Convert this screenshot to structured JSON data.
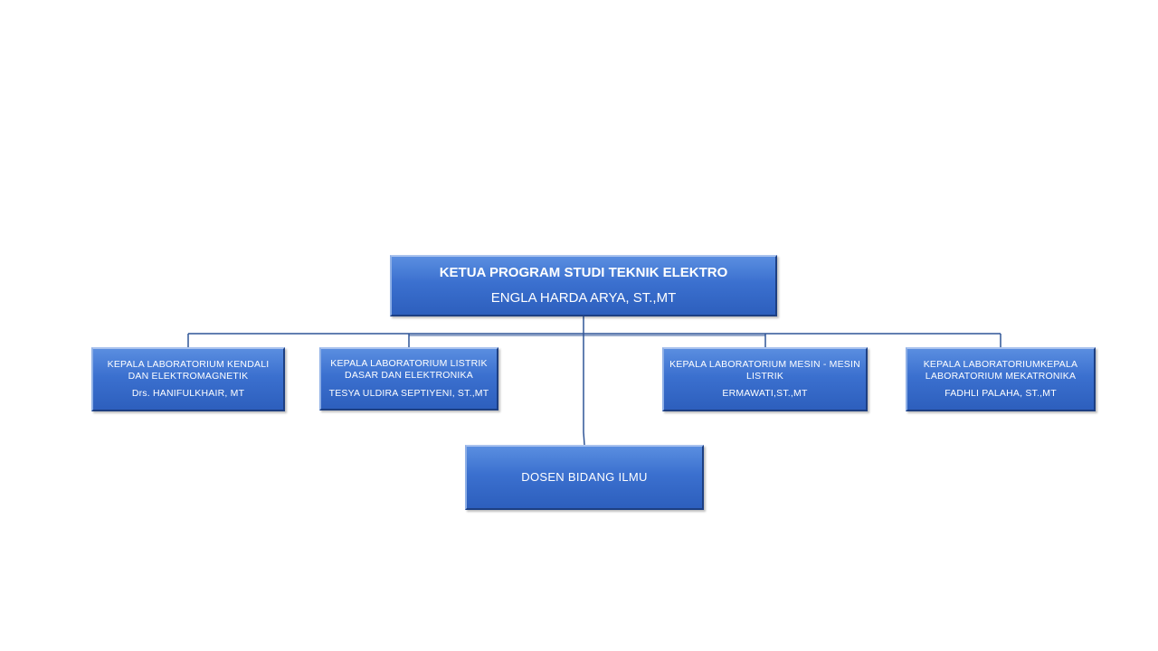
{
  "diagram": {
    "head": {
      "title": "KETUA PROGRAM STUDI TEKNIK ELEKTRO",
      "name": "ENGLA HARDA ARYA, ST.,MT"
    },
    "labs": [
      {
        "title": "KEPALA LABORATORIUM KENDALI DAN ELEKTROMAGNETIK",
        "name": "Drs. HANIFULKHAIR, MT"
      },
      {
        "title": "KEPALA LABORATORIUM LISTRIK DASAR DAN ELEKTRONIKA",
        "name": "TESYA ULDIRA SEPTIYENI, ST.,MT"
      },
      {
        "title": "KEPALA LABORATORIUM MESIN - MESIN LISTRIK",
        "name": "ERMAWATI,ST.,MT"
      },
      {
        "title": "KEPALA LABORATORIUMKEPALA LABORATORIUM MEKATRONIKA",
        "name": "FADHLI PALAHA, ST.,MT"
      }
    ],
    "staff": {
      "title": "DOSEN BIDANG ILMU"
    },
    "colors": {
      "box_fill": "#3b70cf",
      "box_border": "#1d3f82",
      "connector": "#2f5597",
      "text": "#ffffff",
      "background": "#ffffff"
    }
  }
}
